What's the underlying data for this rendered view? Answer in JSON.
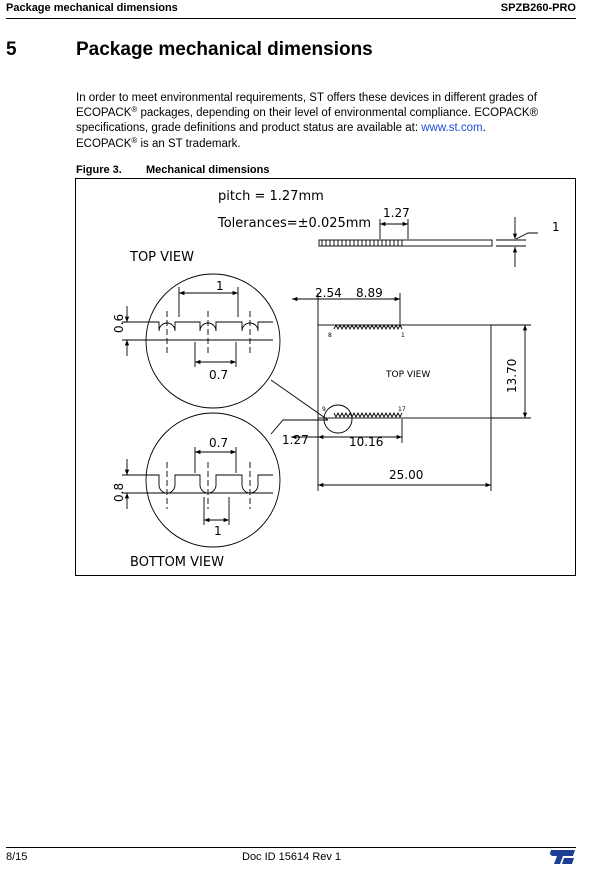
{
  "header": {
    "left": "Package mechanical dimensions",
    "right": "SPZB260-PRO"
  },
  "section": {
    "number": "5",
    "title": "Package mechanical dimensions"
  },
  "paragraph": {
    "p1": "In order to meet environmental requirements, ST offers these devices in different grades of ECOPACK",
    "reg": "®",
    "p2": " packages, depending on their level of environmental compliance. ECOPACK® specifications, grade definitions and product status are available at: ",
    "link": "www.st.com",
    "p3": ".",
    "p4": "ECOPACK",
    "p5": " is an ST trademark."
  },
  "figure": {
    "number": "Figure 3.",
    "title": "Mechanical dimensions",
    "labels": {
      "pitch": "pitch = 1.27mm",
      "tolerances": "Tolerances=±0.025mm",
      "side_1_27": "1.27",
      "side_1": "1",
      "top_view_left": "TOP VIEW",
      "top_view_center": "TOP VIEW",
      "bottom_view": "BOTTOM VIEW",
      "d_2_54": "2.54",
      "d_8_89": "8.89",
      "d_13_70": "13.70",
      "d_10_16": "10.16",
      "d_25_00": "25.00",
      "d_1_27_mid": "1.27",
      "pin_8": "8",
      "pin_1": "1",
      "pin_9": "9",
      "pin_17": "17",
      "top_1": "1",
      "top_0_6": "0.6",
      "top_0_7": "0.7",
      "bot_0_7": "0.7",
      "bot_0_8": "0.8",
      "bot_1": "1"
    }
  },
  "footer": {
    "page": "8/15",
    "doc": "Doc ID 15614 Rev 1",
    "logo": "st-logo"
  }
}
